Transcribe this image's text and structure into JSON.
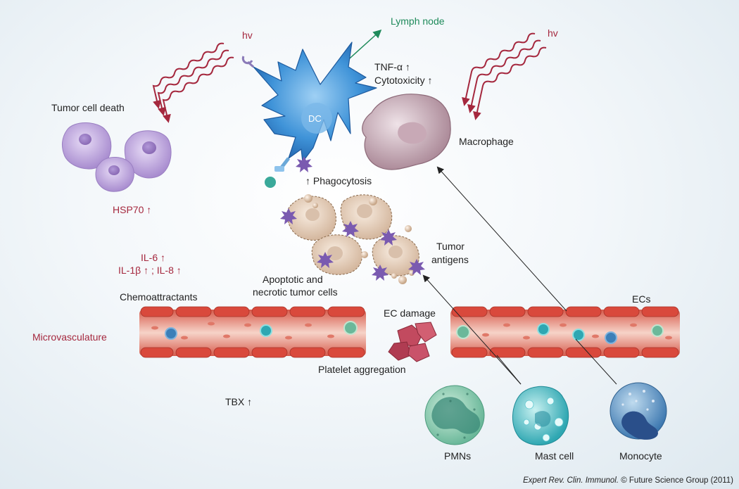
{
  "labels": {
    "lymph_node": "Lymph node",
    "hv_left": "hv",
    "hv_right": "hv",
    "tnf": "TNF-α ↑",
    "cytotoxicity": "Cytotoxicity ↑",
    "dc": "DC",
    "tumor_cell_death": "Tumor cell death",
    "macrophage": "Macrophage",
    "phagocytosis": "↑ Phagocytosis",
    "hsp70": "HSP70 ↑",
    "il6": "IL-6 ↑",
    "il1b_il8": "IL-1β ↑ ; IL-8 ↑",
    "tumor_antigens_1": "Tumor",
    "tumor_antigens_2": "antigens",
    "apoptotic_1": "Apoptotic and",
    "apoptotic_2": "necrotic tumor cells",
    "chemoattractants": "Chemoattractants",
    "ec_damage": "EC damage",
    "ecs": "ECs",
    "microvasculature": "Microvasculature",
    "platelet_aggregation": "Platelet aggregation",
    "tbx": "TBX ↑",
    "pmns": "PMNs",
    "mast_cell": "Mast cell",
    "monocyte": "Monocyte"
  },
  "credit": {
    "journal": "Expert Rev. Clin. Immunol.",
    "rest": "© Future Science Group (2011)"
  },
  "colors": {
    "label_red": "#a5283e",
    "label_green": "#1e8a5a",
    "vessel_red": "#c9473b",
    "dc_blue": "#3b8fd6",
    "tumor_purple": "#b49bd6",
    "macrophage_mauve": "#b89aa6"
  }
}
